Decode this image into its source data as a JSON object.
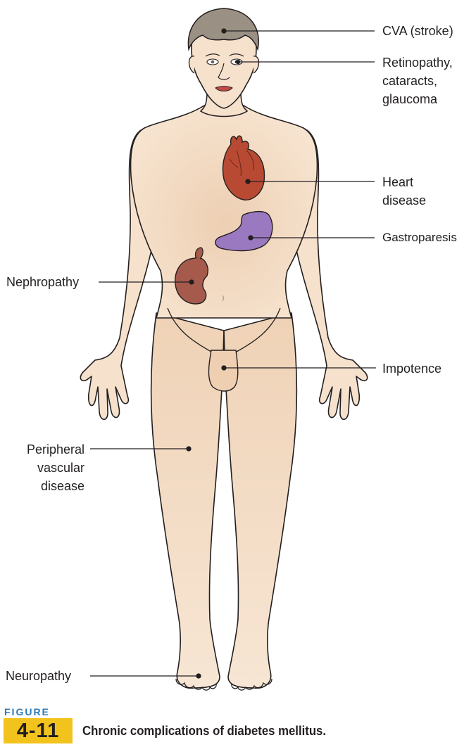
{
  "labels": {
    "cva": "CVA (stroke)",
    "retinopathy": [
      "Retinopathy,",
      "cataracts,",
      "glaucoma"
    ],
    "heart": [
      "Heart",
      "disease"
    ],
    "gastroparesis": "Gastroparesis",
    "nephropathy": "Nephropathy",
    "impotence": "Impotence",
    "pvd": [
      "Peripheral",
      "vascular",
      "disease"
    ],
    "neuropathy": "Neuropathy"
  },
  "figure": {
    "word": "FIGURE",
    "number": "4-11",
    "caption": "Chronic complications of diabetes mellitus."
  },
  "colors": {
    "skin": "#f6e1cc",
    "skin_shade": "#e9c6a8",
    "hair": "#9a9184",
    "heart": "#b84a33",
    "stomach": "#9b79c0",
    "kidney": "#a55a4c",
    "figure_blue": "#2e7bb8",
    "figure_yellow": "#f3c31d"
  }
}
